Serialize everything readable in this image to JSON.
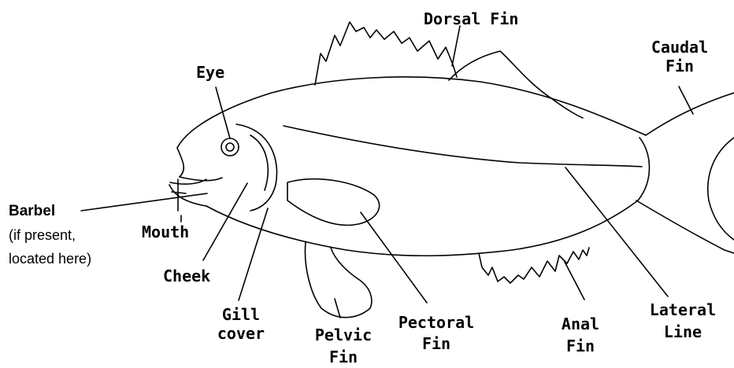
{
  "labels": {
    "dorsal_fin": "Dorsal Fin",
    "caudal_fin": [
      "Caudal",
      "Fin"
    ],
    "eye": "Eye",
    "mouth": "Mouth",
    "cheek": "Cheek",
    "gill_cover": [
      "Gill",
      "cover"
    ],
    "pelvic_fin": [
      "Pelvic",
      "Fin"
    ],
    "pectoral_fin": [
      "Pectoral",
      "Fin"
    ],
    "anal_fin": [
      "Anal",
      "Fin"
    ],
    "lateral_line": [
      "Lateral",
      "Line"
    ]
  },
  "barbel": {
    "title": "Barbel",
    "note_line1": "(if present,",
    "note_line2": "located here)"
  }
}
